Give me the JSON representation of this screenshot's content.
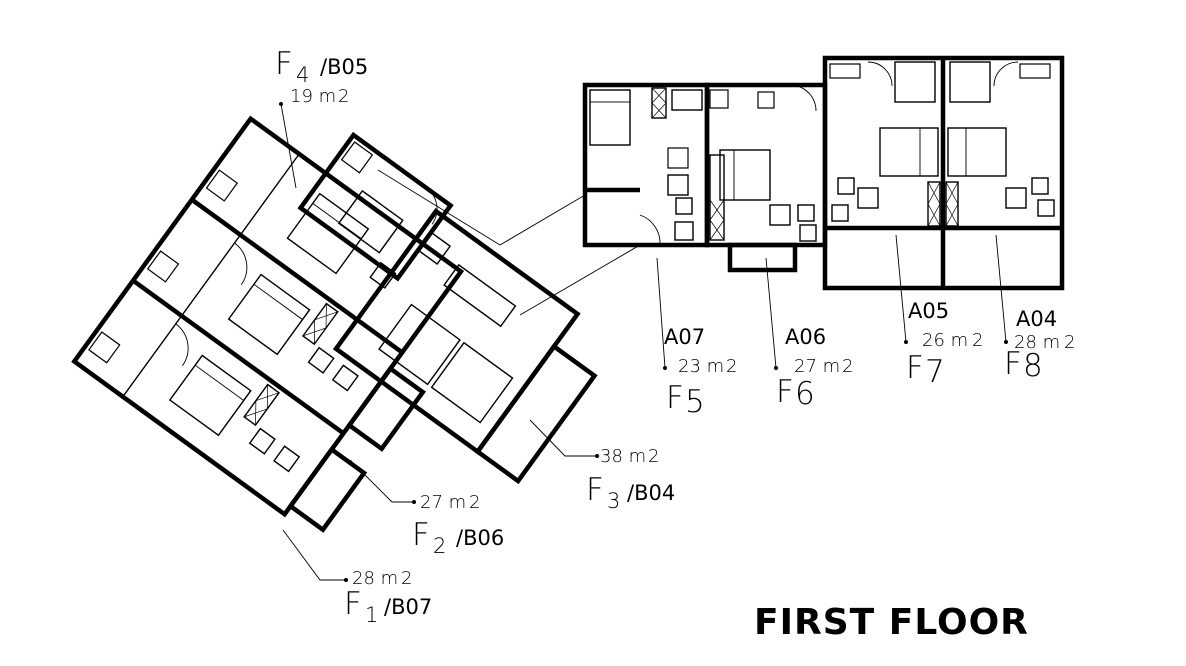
{
  "drawing": {
    "title": "FIRST FLOOR"
  },
  "units": [
    {
      "unit": "F",
      "num": "4",
      "code": "/B05",
      "area": "19 m",
      "area_sup": "2"
    },
    {
      "unit": "F",
      "num": "3",
      "code": "/B04",
      "area": "38 m",
      "area_sup": "2"
    },
    {
      "unit": "F",
      "num": "2",
      "code": "/B06",
      "area": "27 m",
      "area_sup": "2"
    },
    {
      "unit": "F",
      "num": "1",
      "code": "/B07",
      "area": "28 m",
      "area_sup": "2"
    },
    {
      "unit": "F",
      "num": "5",
      "code": "A07",
      "area": "23 m",
      "area_sup": "2"
    },
    {
      "unit": "F",
      "num": "6",
      "code": "A06",
      "area": "27 m",
      "area_sup": "2"
    },
    {
      "unit": "F",
      "num": "7",
      "code": "A05",
      "area": "26 m",
      "area_sup": "2"
    },
    {
      "unit": "F",
      "num": "8",
      "code": "A04",
      "area": "28 m",
      "area_sup": "2"
    }
  ]
}
